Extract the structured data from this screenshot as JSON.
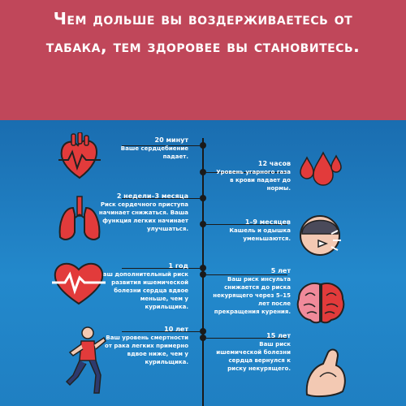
{
  "title": "Чем дольше вы воздерживаетесь от табака, тем здоровее вы становитесь.",
  "colors": {
    "header": "#c0475a",
    "background": "#1b75b9",
    "timeline": "#1a1a1a",
    "text": "#ffffff",
    "accent_red": "#e23b3b"
  },
  "milestones": [
    {
      "time": "20 минут",
      "desc": "Ваше сердцебиение падает.",
      "icon": "heart-organ-icon"
    },
    {
      "time": "12 часов",
      "desc": "Уровень угарного газа в крови падает до нормы.",
      "icon": "blood-drops-icon"
    },
    {
      "time": "2 недели–3 месяца",
      "desc": "Риск сердечного приступа начинает снижаться. Ваша функция легких начинает улучшаться.",
      "icon": "lungs-icon"
    },
    {
      "time": "1–9 месяцев",
      "desc": "Кашель и одышка уменьшаются.",
      "icon": "coughing-person-icon"
    },
    {
      "time": "1 год",
      "desc": "Ваш дополнительный риск развития ишемической болезни сердца вдвое меньше, чем у курильщика.",
      "icon": "heart-pulse-icon"
    },
    {
      "time": "5 лет",
      "desc": "Ваш риск инсульта снижается до риска некурящего через 5–15 лет после прекращения курения.",
      "icon": "brain-icon"
    },
    {
      "time": "10 лет",
      "desc": "Ваш уровень смертности от рака легких примерно вдвое ниже, чем у курильщика.",
      "icon": "runner-icon"
    },
    {
      "time": "15 лет",
      "desc": "Ваш риск ишемической болезни сердца вернулся к риску некурящего.",
      "icon": "flexed-arm-icon"
    }
  ]
}
